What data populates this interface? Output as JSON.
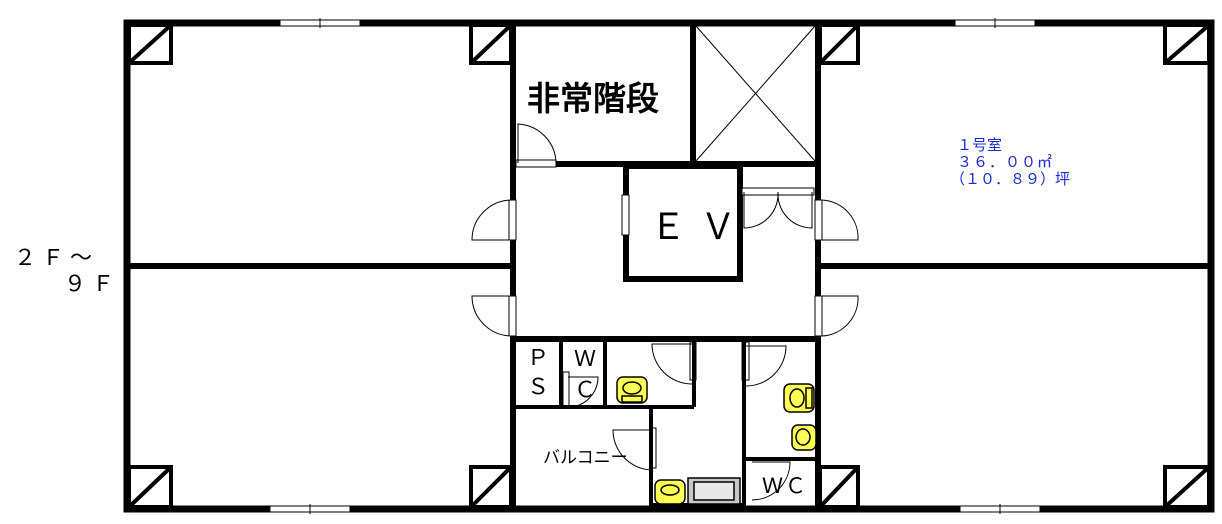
{
  "floor_label": {
    "line1": "２Ｆ～",
    "line2": "９Ｆ"
  },
  "stairs_label": "非常階段",
  "ev_label": "ＥＶ",
  "ps_label": {
    "p": "Ｐ",
    "s": "Ｓ"
  },
  "wc_small_label": {
    "w": "Ｗ",
    "c": "Ｃ"
  },
  "balcony_label": "バルコニー",
  "wc_label": "ＷＣ",
  "room": {
    "name": "１号室",
    "area": "３６．００㎡",
    "tsubo": "（１０．８９）坪"
  },
  "colors": {
    "wall": "#000000",
    "fixture": "#ffff55",
    "room_text": "#1a2bd6",
    "sink": "#c8c8c8"
  }
}
